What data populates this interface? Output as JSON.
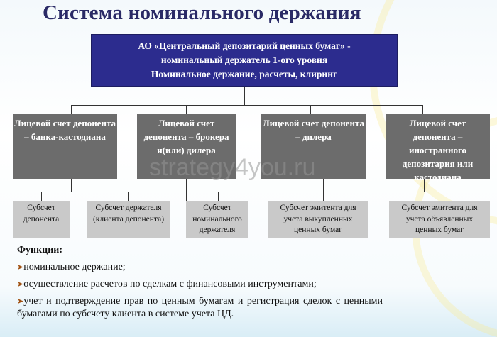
{
  "title": "Система номинального держания",
  "top_box": {
    "lines": [
      "АО «Центральный депозитарий ценных бумаг» -",
      "номинальный держатель 1-ого уровня",
      "Номинальное держание, расчеты, клиринг"
    ]
  },
  "level2": [
    "Лицевой счет депонента – банка-кастодиана",
    "Лицевой счет депонента – брокера и(или) дилера",
    "Лицевой счет депонента – дилера",
    "Лицевой счет депонента – иностранного депозитария или кастодиана"
  ],
  "level3": [
    "Субсчет депонента",
    "Субсчет держателя (клиента депонента)",
    "Субсчет номинального держателя",
    "Субсчет эмитента для учета выкупленных ценных бумаг",
    "Субсчет эмитента для учета объявленных ценных бумаг"
  ],
  "watermark": "strategy4you.ru",
  "functions": {
    "heading": "Функции:",
    "items": [
      "номинальное держание;",
      "осуществление расчетов по сделкам с финансовыми инструментами;",
      "учет и подтверждение прав по ценным бумагам и регистрация сделок с ценными бумагами по субсчету клиента в системе учета ЦД."
    ]
  },
  "colors": {
    "top_box": "#2c2c8e",
    "level2": "#6c6c6c",
    "level3": "#c9c9c9",
    "title": "#2a2a66"
  }
}
